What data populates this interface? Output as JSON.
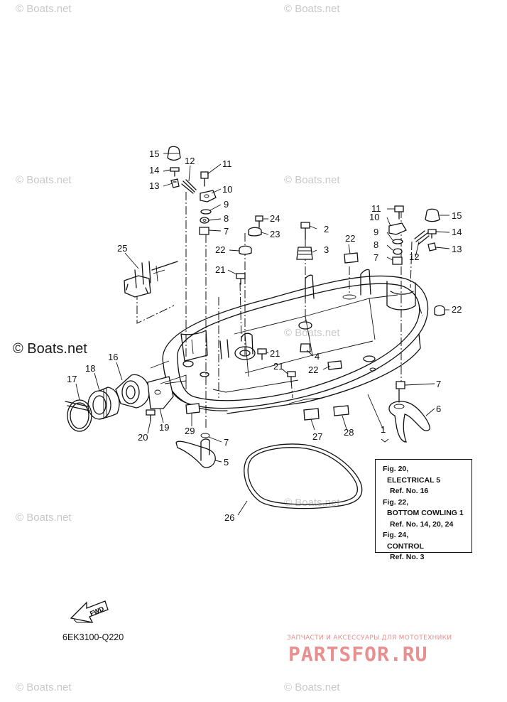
{
  "watermark": "© Boats.net",
  "callouts": [
    "1",
    "2",
    "3",
    "4",
    "5",
    "6",
    "7",
    "8",
    "9",
    "10",
    "11",
    "12",
    "13",
    "14",
    "15",
    "16",
    "17",
    "18",
    "19",
    "20",
    "21",
    "22",
    "23",
    "24",
    "25",
    "26",
    "27",
    "28",
    "29"
  ],
  "callout_left": {
    "c15": "15",
    "c14": "14",
    "c13": "13",
    "c12": "12",
    "c11": "11",
    "c10": "10",
    "c9": "9",
    "c8": "8",
    "c7": "7",
    "c24": "24",
    "c23": "23",
    "c22": "22",
    "c21": "21",
    "c25": "25",
    "c16": "16",
    "c17": "17",
    "c18": "18",
    "c19": "19",
    "c20": "20",
    "c29": "29",
    "c7b": "7",
    "c5": "5",
    "c26": "26"
  },
  "callout_center": {
    "c2": "2",
    "c3": "3",
    "c4": "4",
    "c21b": "21",
    "c21c": "21",
    "c22b": "22",
    "c22c": "22",
    "c27": "27",
    "c28": "28",
    "c1": "1"
  },
  "callout_right": {
    "c11": "11",
    "c10": "10",
    "c9": "9",
    "c8": "8",
    "c7": "7",
    "c15": "15",
    "c14": "14",
    "c13": "13",
    "c12": "12",
    "c22": "22",
    "c7b": "7",
    "c6": "6"
  },
  "reference_box": {
    "lines": [
      "Fig. 20,",
      "ELECTRICAL 5",
      "Ref. No. 16",
      "Fig. 22,",
      "BOTTOM COWLING 1",
      "Ref. No. 14, 20, 24",
      "Fig. 24,",
      "CONTROL",
      "Ref. No. 3"
    ]
  },
  "fwd_label": "FWD",
  "diagram_code": "6EK3100-Q220",
  "shop": {
    "tagline": "ЗАПЧАСТИ И АКСЕССУАРЫ ДЛЯ МОТОТЕХНИКИ",
    "logo": "PARTSFOR.RU"
  }
}
